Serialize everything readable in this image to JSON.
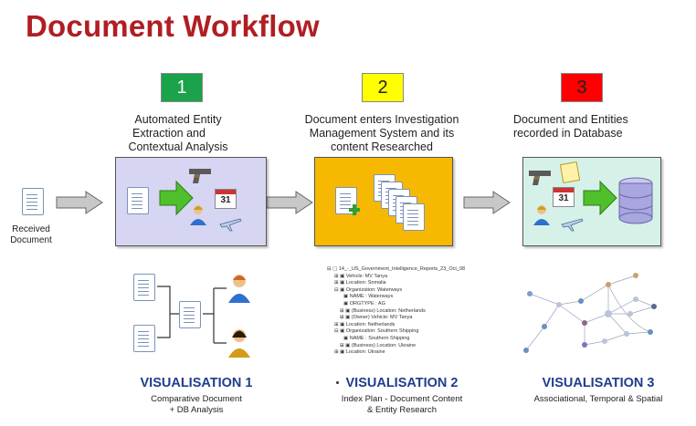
{
  "title": "Document Workflow",
  "received": "Received Document",
  "steps": [
    {
      "num": "1",
      "color": "#1aa34a",
      "desc": [
        "Automated Entity",
        "Extraction and",
        "Contextual Analysis"
      ]
    },
    {
      "num": "2",
      "color": "#ffff00",
      "desc": [
        "Document enters Investigation",
        "Management System and its",
        "content Researched"
      ]
    },
    {
      "num": "3",
      "color": "#ff0000",
      "desc": [
        "Document and Entities",
        "recorded in Database"
      ]
    }
  ],
  "panels": {
    "p1": "#d6d6f2",
    "p2": "#f6b800",
    "p3": "#d6f2e8"
  },
  "visualisations": [
    {
      "title": "VISUALISATION 1",
      "sub": [
        "Comparative Document",
        "+ DB Analysis"
      ]
    },
    {
      "title": "VISUALISATION 2",
      "sub": [
        "Index Plan - Document Content",
        "& Entity Research"
      ]
    },
    {
      "title": "VISUALISATION 3",
      "sub": [
        "Associational, Temporal & Spatial"
      ]
    }
  ],
  "tree": [
    "14_-_US_Government_Intelligence_Reports_23_Oct_08",
    "Vehicle: MV Tanya",
    "Location: Somalia",
    "Organization: Waterways",
    "NAME : Waterways",
    "ORGTYPE : AG",
    "(Business) Location: Netherlands",
    "(Owner) Vehicle: MV Tanya",
    "Location: Netherlands",
    "Organization: Southern Shipping",
    "NAME : Southern Shipping",
    "(Business) Location: Ukraine",
    "Location: Ukraine"
  ],
  "calendar_day": "31",
  "icons": [
    "document-icon",
    "arrow-icon",
    "gun-icon",
    "calendar-icon",
    "person-icon",
    "airplane-icon",
    "database-icon",
    "note-icon"
  ]
}
